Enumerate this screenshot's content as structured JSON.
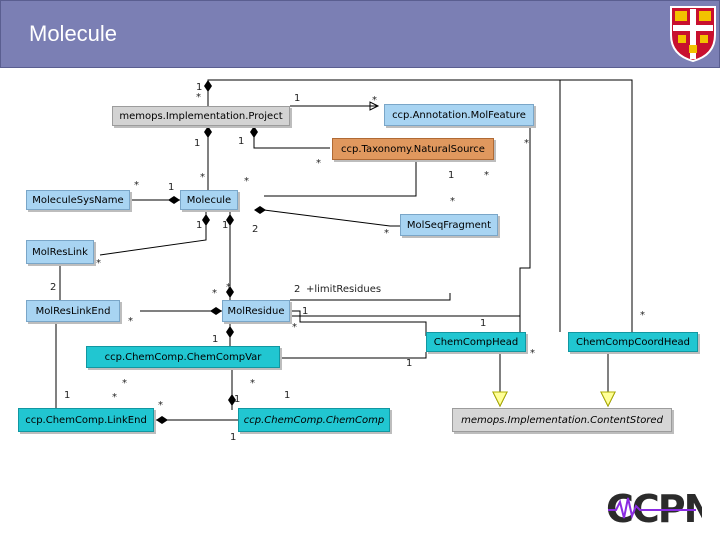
{
  "header": {
    "title": "Molecule"
  },
  "colors": {
    "header_bg": "#7b7fb4",
    "gray_box": "#d3d3d3",
    "blue_box": "#a8d4f2",
    "cyan_box": "#21c6d1",
    "orange_box": "#e0985e"
  },
  "boxes": {
    "project": "memops.Implementation.Project",
    "molfeature": "ccp.Annotation.MolFeature",
    "naturalsource": "ccp.Taxonomy.NaturalSource",
    "molsysname": "MoleculeSysName",
    "molecule": "Molecule",
    "molseqfragment": "MolSeqFragment",
    "molreslink": "MolResLink",
    "molreslinkend": "MolResLinkEnd",
    "molresidue": "MolResidue",
    "chemcompvar": "ccp.ChemComp.ChemCompVar",
    "chemcomphead": "ChemCompHead",
    "chemcompcoordhead": "ChemCompCoordHead",
    "linkend": "ccp.ChemComp.LinkEnd",
    "chemcomp": "ccp.ChemComp.ChemComp",
    "contentstored": "memops.Implementation.ContentStored"
  },
  "labels": {
    "l1": "1",
    "l2": "*",
    "l3": "1",
    "l4": "1",
    "l5": "*",
    "l6": "*",
    "l7": "*",
    "l8": "1",
    "l9": "*",
    "l10": "*",
    "l11": "1",
    "l12": "*",
    "l13": "1",
    "l14": "1",
    "l15": "1",
    "l16": "*",
    "l17": "*",
    "l18": "2",
    "l19": "*",
    "l20": "*",
    "l21": "2",
    "l22": "+limitResidues",
    "l23": "1",
    "l24": "*",
    "l25": "*",
    "l26": "1",
    "l27": "1",
    "l28": "1",
    "l29": "*",
    "l30": "*",
    "l31": "1",
    "l32": "*",
    "l33": "*",
    "l34": "*",
    "l35": "1",
    "l36": "1",
    "l37": "1",
    "l38": "*",
    "l39": "1",
    "l40": "*",
    "l41": "*"
  },
  "logo": {
    "text": "CCPN"
  }
}
